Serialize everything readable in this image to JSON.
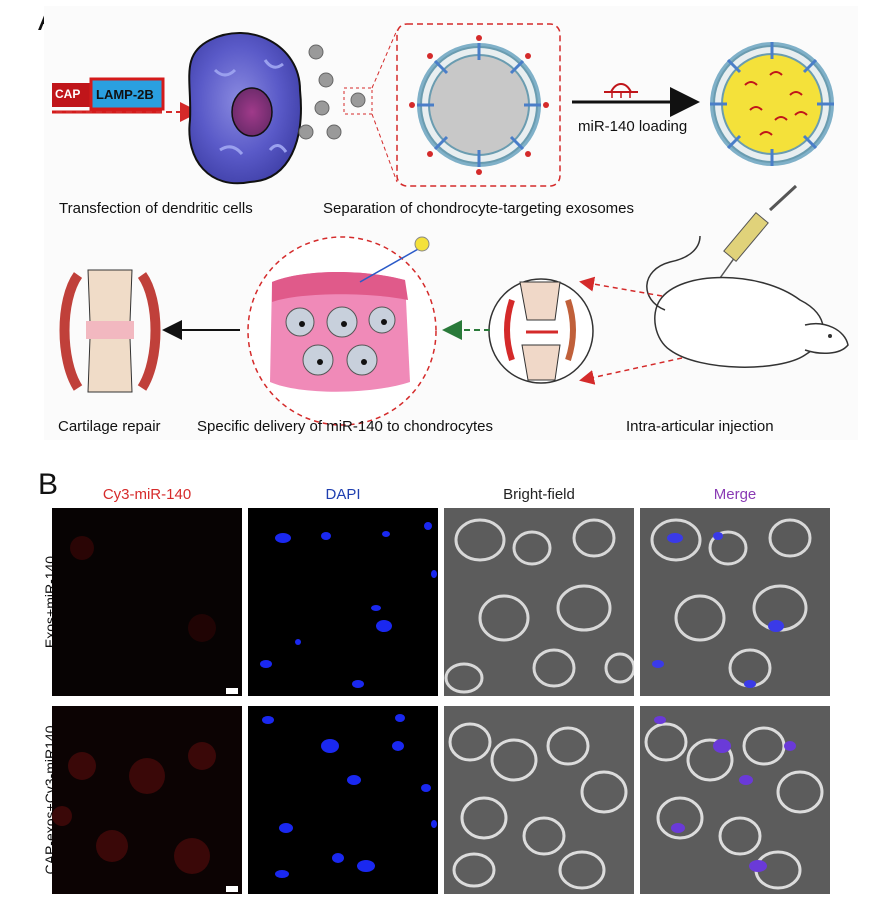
{
  "panel_a": {
    "letter": "A",
    "construct": {
      "cap": "CAP",
      "lamp": "LAMP-2B"
    },
    "steps": {
      "transfection": "Transfection of dendritic cells",
      "separation": "Separation of chondrocyte-targeting exosomes",
      "loading": "miR-140 loading",
      "injection": "Intra-articular injection",
      "delivery": "Specific delivery of miR-140 to chondrocytes",
      "repair": "Cartilage repair"
    }
  },
  "panel_b": {
    "letter": "B",
    "columns": [
      {
        "label": "Cy3-miR-140",
        "color": "#d62b2b"
      },
      {
        "label": "DAPI",
        "color": "#1f3fb0"
      },
      {
        "label": "Bright-field",
        "color": "#222222"
      },
      {
        "label": "Merge",
        "color": "#8a3bb4"
      }
    ],
    "rows": [
      {
        "label": "Exos+miR-140"
      },
      {
        "label": "CAP-exos+Cy3-miR140"
      }
    ]
  }
}
